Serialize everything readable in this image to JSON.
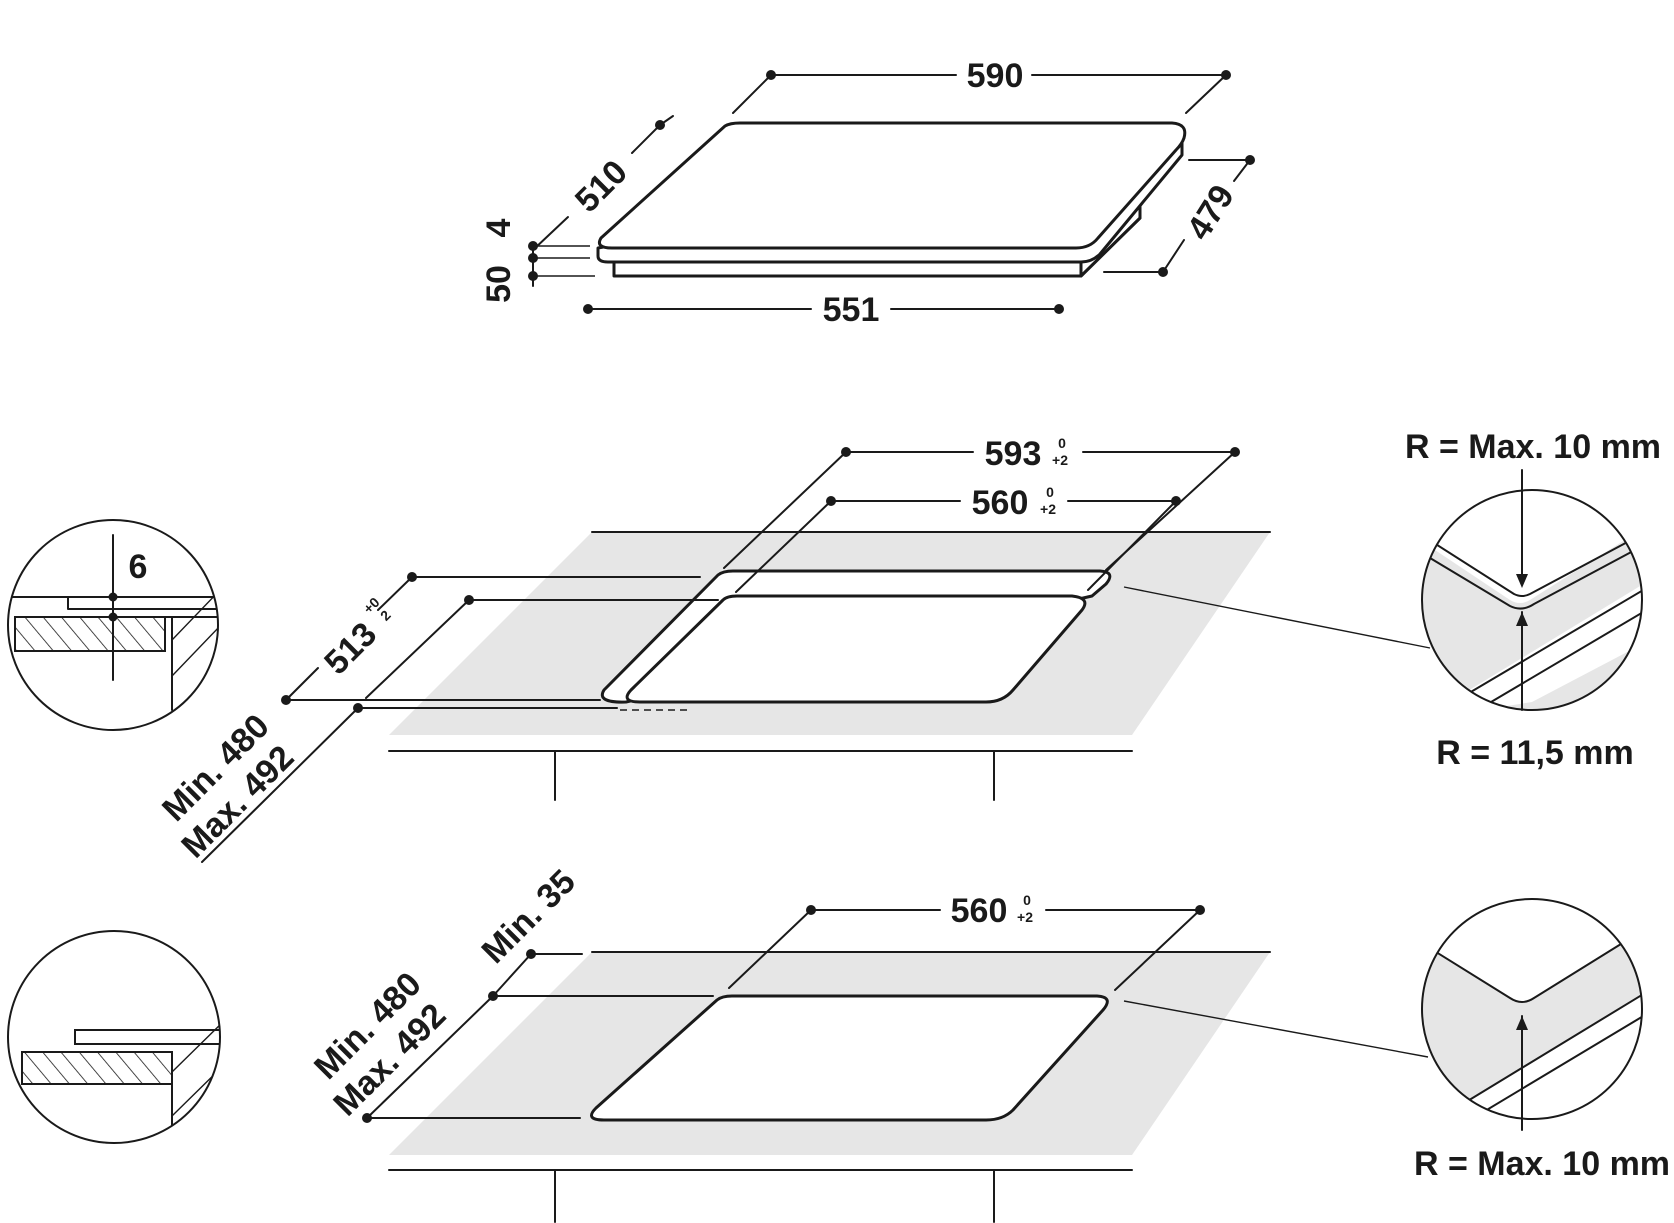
{
  "colors": {
    "line": "#1a1a1a",
    "surface": "#e6e6e6",
    "background": "#ffffff"
  },
  "top": {
    "width": "590",
    "depth": "510",
    "glass": "4",
    "height": "50",
    "box_width": "551",
    "box_depth": "479"
  },
  "middle": {
    "outer_width": "593",
    "outer_tol_top": "0",
    "outer_tol_bottom": "+2",
    "inner_width": "560",
    "inner_tol_top": "0",
    "inner_tol_bottom": "+2",
    "outer_depth": "513",
    "depth_tol_top": "+0",
    "depth_tol_bottom": "2",
    "min_depth": "Min. 480",
    "max_depth": "Max. 492",
    "recess": "6",
    "radius_top": "R = Max. 10 mm",
    "radius_bottom": "R = 11,5 mm"
  },
  "bottom": {
    "width": "560",
    "tol_top": "0",
    "tol_bottom": "+2",
    "min_edge": "Min. 35",
    "min_depth": "Min. 480",
    "max_depth": "Max. 492",
    "radius": "R = Max. 10 mm"
  }
}
